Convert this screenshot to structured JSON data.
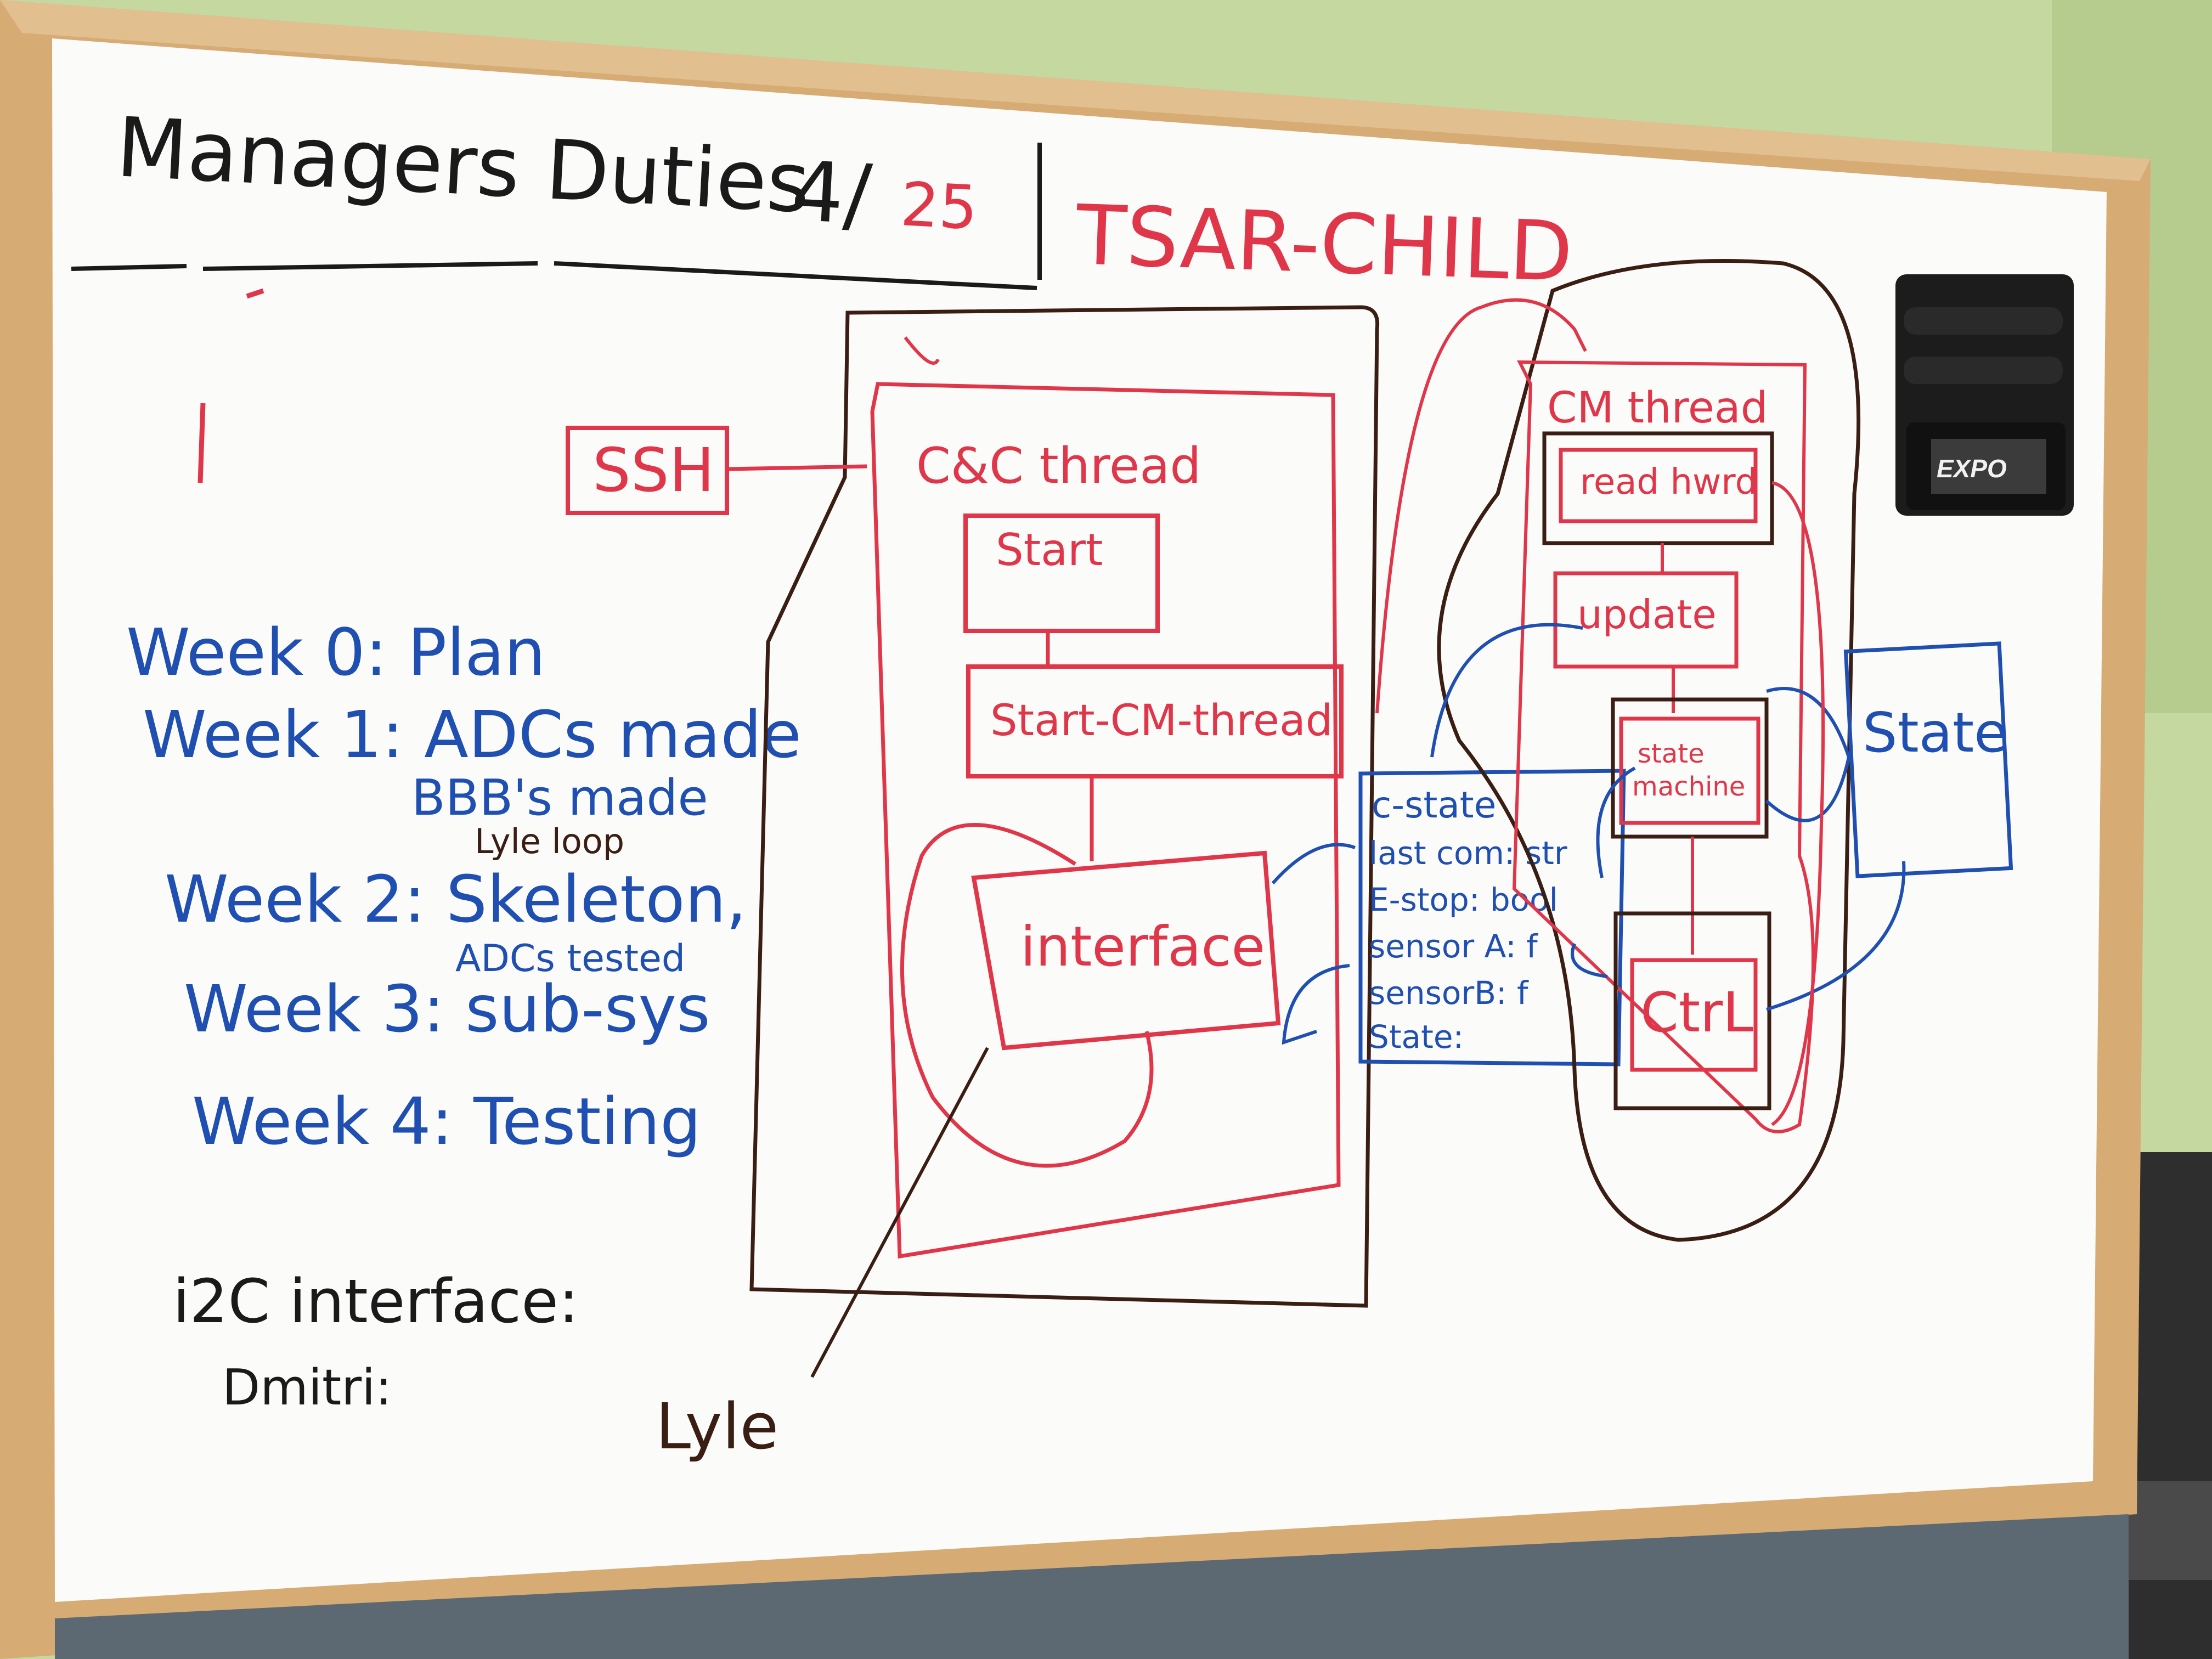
{
  "board": {
    "title": "Managers Duties",
    "date_month": "4/",
    "date_day": "25",
    "project": "TSAR-CHILD"
  },
  "schedule": {
    "week0": "Week 0: Plan",
    "week1": "Week 1: ADCs made",
    "week1_extra": "BBB's made",
    "week1_note": "Lyle loop",
    "week2": "Week 2: Skeleton,",
    "week2_note": "ADCs tested",
    "week3": "Week 3: sub-sys",
    "week4": "Week 4: Testing"
  },
  "assignment": {
    "task": "i2C interface:",
    "person": "Dmitri:"
  },
  "diagram": {
    "ssh": "SSH",
    "cc_thread": "C&C thread",
    "start": "Start",
    "start_cm": "Start-CM-thread",
    "interface": "interface",
    "cm_thread": "CM thread",
    "read_hw": "read hwrd",
    "update": "update",
    "state_machine_line1": "state",
    "state_machine_line2": "machine",
    "ctrl": "CtrL",
    "state": "State",
    "struct_title": "c-state",
    "struct_fields": [
      "last com: str",
      "E-stop: bool",
      "sensor A: f",
      "sensorB: f",
      "State:"
    ],
    "owner": "Lyle"
  },
  "eraser_brand": "EXPO",
  "colors": {
    "marker_black": "#1a1a1a",
    "marker_red": "#e0364a",
    "marker_blue": "#1f4fb0",
    "marker_brown": "#3a1e14",
    "board": "#fbfbf9",
    "frame": "#d9b27d",
    "wall": "#c4d8a0"
  }
}
